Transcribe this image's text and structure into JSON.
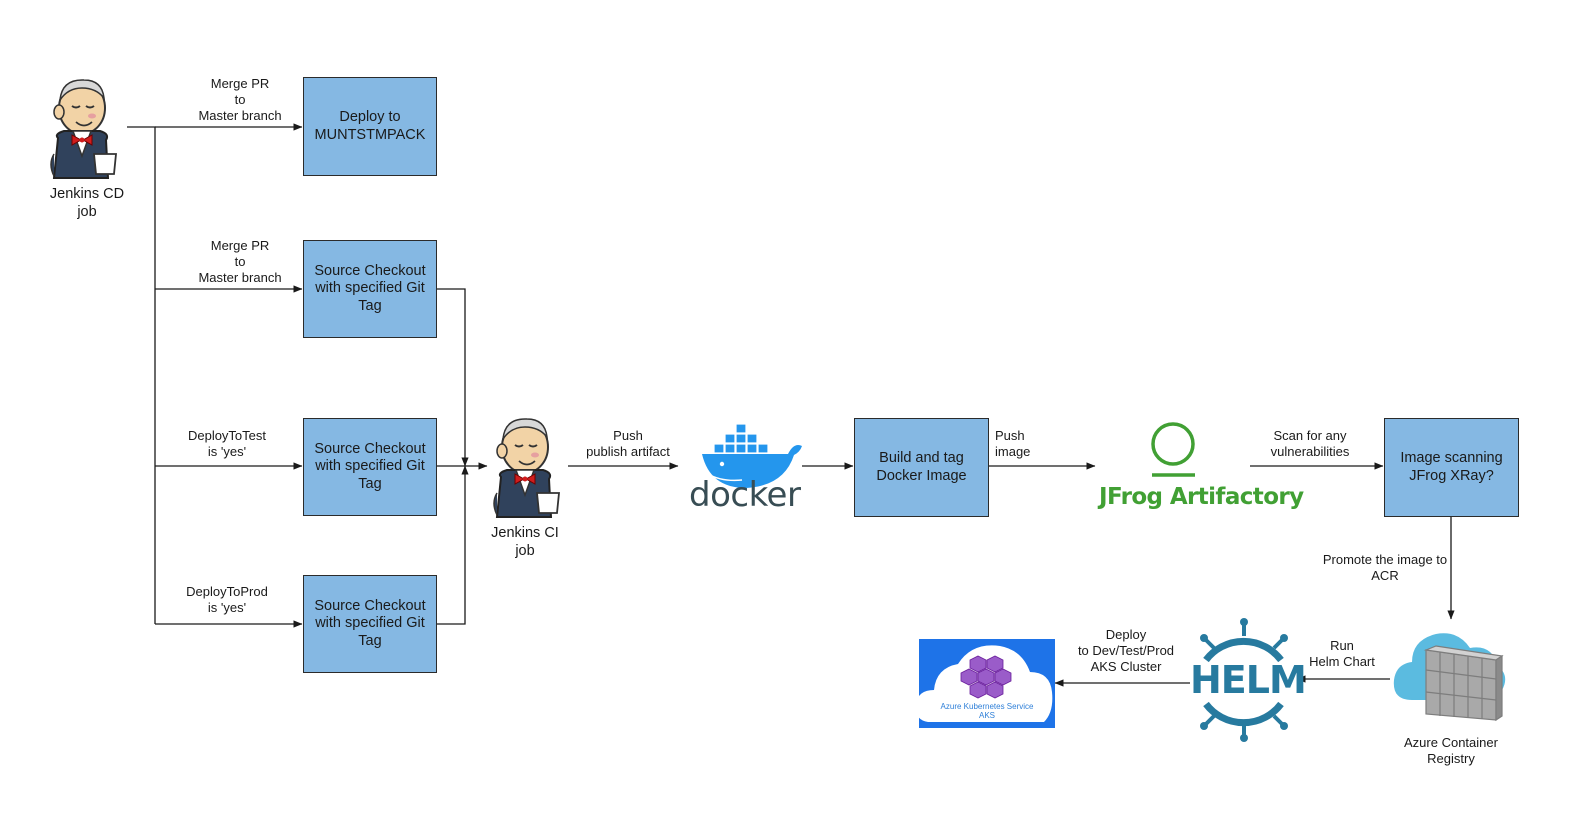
{
  "nodes": {
    "jenkins_cd": {
      "caption": "Jenkins CD\njob"
    },
    "jenkins_ci": {
      "caption": "Jenkins CI\njob"
    },
    "deploy_box": {
      "label": "Deploy to\nMUNTSTMPACK"
    },
    "checkout_1": {
      "label": "Source Checkout\nwith specified Git\nTag"
    },
    "checkout_2": {
      "label": "Source Checkout\nwith specified Git\nTag"
    },
    "checkout_3": {
      "label": "Source Checkout\nwith specified Git\nTag"
    },
    "docker": {
      "wordmark": "docker"
    },
    "build_box": {
      "label": "Build and tag\nDocker Image"
    },
    "jfrog": {
      "wordmark": "JFrog Artifactory"
    },
    "scan_box": {
      "label": "Image scanning\nJFrog XRay?"
    },
    "acr": {
      "caption": "Azure Container\nRegistry"
    },
    "helm": {
      "wordmark": "HELM"
    },
    "aks": {
      "caption": "Azure Kubernetes Service\nAKS"
    }
  },
  "edges": {
    "merge_pr_1": "Merge PR\nto\nMaster branch",
    "merge_pr_2": "Merge PR\nto\nMaster branch",
    "deploy_to_test": "DeployToTest\nis 'yes'",
    "deploy_to_prod": "DeployToProd\nis 'yes'",
    "push_artifact": "Push\npublish artifact",
    "push_image": "Push\nimage",
    "scan": "Scan for any\nvulnerabilities",
    "promote": "Promote the image to\nACR",
    "run_helm": "Run\nHelm Chart",
    "deploy_aks": "Deploy\nto  Dev/Test/Prod\nAKS Cluster"
  },
  "colors": {
    "box_fill": "#85b8e3",
    "line": "#1a1a1a",
    "docker_blue": "#2496ed",
    "docker_text": "#384d54",
    "jfrog_green": "#41a034",
    "helm_blue": "#277a9f",
    "aks_blue": "#1e73e8",
    "aks_purple": "#7b2fa8",
    "acr_cloud": "#5bbbe0"
  }
}
